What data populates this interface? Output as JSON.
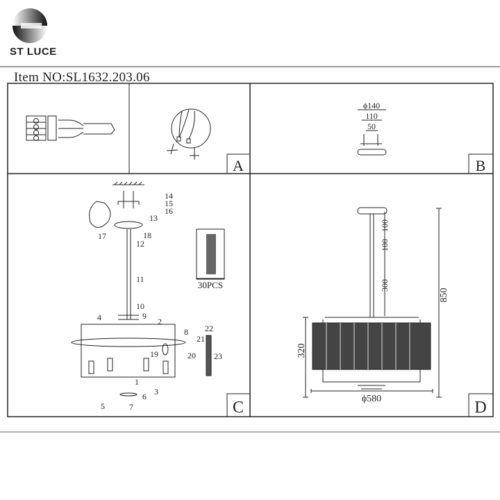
{
  "brand": {
    "name": "ST LUCE"
  },
  "item_no": "Item NO:SL1632.203.06",
  "panels": {
    "A": {
      "label": "A"
    },
    "B": {
      "label": "B",
      "dims": [
        "ϕ140",
        "110",
        "50"
      ]
    },
    "C": {
      "label": "C",
      "parts": [
        "1",
        "2",
        "3",
        "4",
        "5",
        "6",
        "7",
        "8",
        "9",
        "10",
        "11",
        "12",
        "13",
        "14",
        "15",
        "16",
        "17",
        "18",
        "19",
        "20",
        "21",
        "22",
        "23"
      ],
      "crystal_qty": "30PCS"
    },
    "D": {
      "label": "D",
      "dims": {
        "rod1": "100",
        "rod2": "100",
        "rod3": "300",
        "total_height": "850",
        "body_height": "320",
        "diameter": "ϕ580"
      }
    }
  },
  "colors": {
    "line": "#222222",
    "rule": "#999999"
  }
}
